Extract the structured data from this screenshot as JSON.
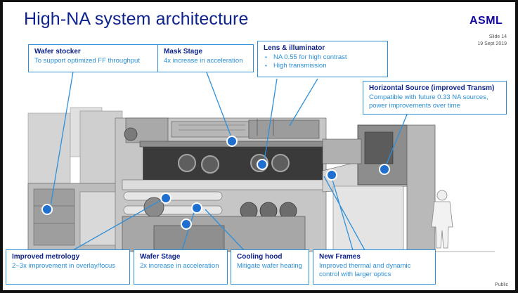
{
  "title": "High-NA system architecture",
  "logo": "ASML",
  "slide_label": "Slide 14",
  "date": "19 Sept 2019",
  "footer": "Public",
  "colors": {
    "title": "#0f238c",
    "accent": "#2a8fd6",
    "marker": "#1e6fcf",
    "logo": "#10069f"
  },
  "callouts": {
    "wafer_stocker": {
      "title": "Wafer stocker",
      "text": "To support optimized FF throughput"
    },
    "mask_stage": {
      "title": "Mask Stage",
      "text": "4x increase in acceleration"
    },
    "lens": {
      "title": "Lens & illuminator",
      "items": [
        "NA 0.55 for high contrast",
        "High transmission"
      ]
    },
    "source": {
      "title": "Horizontal Source (improved Transm)",
      "line1": "Compatible with future 0.33 NA sources,",
      "line2": "power improvements over time"
    },
    "metrology": {
      "title": "Improved metrology",
      "text": "2~3x improvement in overlay/focus"
    },
    "wafer_stage": {
      "title": "Wafer Stage",
      "text": "2x increase in acceleration"
    },
    "cooling_hood": {
      "title": "Cooling hood",
      "text": "Mitigate wafer heating"
    },
    "new_frames": {
      "title": "New Frames",
      "line1": "Improved thermal and dynamic",
      "line2": "control with larger optics"
    }
  }
}
